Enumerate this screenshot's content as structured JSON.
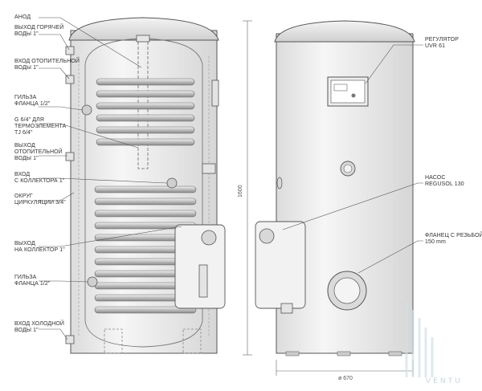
{
  "labels_left": [
    [
      "АНОД"
    ],
    [
      "ВЫХОД ГОРЯЧЕЙ",
      "ВОДЫ 1\""
    ],
    [
      "ВХОД ОТОПИТЕЛЬНОЙ",
      "ВОДЫ 1\""
    ],
    [
      "ГИЛЬЗА",
      "ФЛАНЦА 1/2\""
    ],
    [
      "G 6/4\" ДЛЯ",
      "ТЕРМОЭЛЕМЕНТА",
      "TJ 6/4\""
    ],
    [
      "ВЫХОД",
      "ОТОПИТЕЛЬНОЙ",
      "ВОДЫ 1\""
    ],
    [
      "ВХОД",
      "С КОЛЛЕКТОРА 1\""
    ],
    [
      "ОКРУГ",
      "ЦИРКУЛЯЦИИ 3/4\""
    ],
    [
      "ВЫХОД",
      "НА КОЛЛЕКТОР 1\""
    ],
    [
      "ГИЛЬЗА",
      "ФЛАНЦА 1/2\""
    ],
    [
      "ВХОД ХОЛОДНОЙ",
      "ВОДЫ 1\""
    ]
  ],
  "labels_right": [
    [
      "РЕГУЛЯТОР",
      "UVR 61"
    ],
    [
      "НАСОС",
      "REGUSOL 130"
    ],
    [
      "ФЛАНЕЦ С РЕЗЬБОЙ",
      "150 mm"
    ]
  ],
  "dimensions": {
    "height": "1600",
    "width": "ø 670"
  },
  "watermark": "VENTU"
}
